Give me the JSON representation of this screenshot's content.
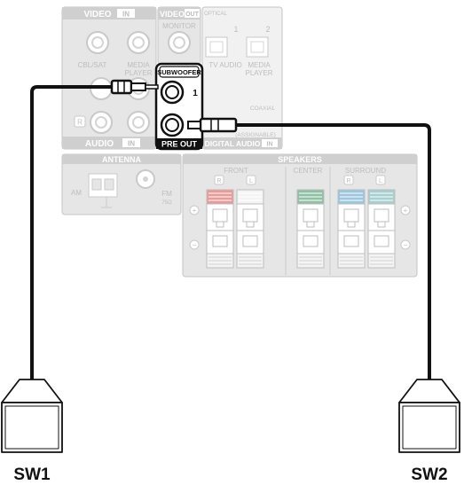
{
  "panel": {
    "video_in_header": "VIDEO",
    "video_in_tag": "IN",
    "video_out_header": "VIDEO",
    "video_out_tag": "OUT",
    "monitor_label": "MONITOR",
    "cbl_sat_label": "CBL/SAT",
    "media_player_label_1": "MEDIA",
    "media_player_label_2": "PLAYER",
    "audio_in_label": "AUDIO",
    "audio_in_tag": "IN",
    "channel_r_badge": "R",
    "subwoofer_label": "SUBWOOFER",
    "pre_out_label": "PRE OUT",
    "sub_port_1": "1",
    "sub_port_2": "2",
    "optical_label": "OPTICAL",
    "optical_port_1": "1",
    "optical_port_2": "2",
    "tv_audio_label": "TV AUDIO",
    "optical_media_1": "MEDIA",
    "optical_media_2": "PLAYER",
    "coaxial_label": "COAXIAL",
    "assignable_label": "(ASSIGNABLE)",
    "digital_audio_label": "DIGITAL AUDIO",
    "digital_audio_tag": "IN",
    "antenna_label": "ANTENNA",
    "am_label": "AM",
    "fm_label": "FM",
    "fm_ohm_label": "75Ω",
    "speakers_label": "SPEAKERS",
    "front_label": "FRONT",
    "center_label": "CENTER",
    "surround_label": "SURROUND",
    "badge_r": "R",
    "badge_l": "L",
    "plus_symbol": "+",
    "minus_symbol": "−"
  },
  "subwoofers": [
    {
      "label": "SW1"
    },
    {
      "label": "SW2"
    }
  ],
  "colors": {
    "panel_bg": "#e6e6e6",
    "panel_line": "#b5b5b5",
    "cable": "#111111",
    "front_r_terminal": "#e89a98",
    "center_terminal": "#8fc0a6",
    "surround_r_terminal": "#9cc6de",
    "surround_l_terminal": "#a7cfd0",
    "pre_out_bg": "#111111"
  }
}
